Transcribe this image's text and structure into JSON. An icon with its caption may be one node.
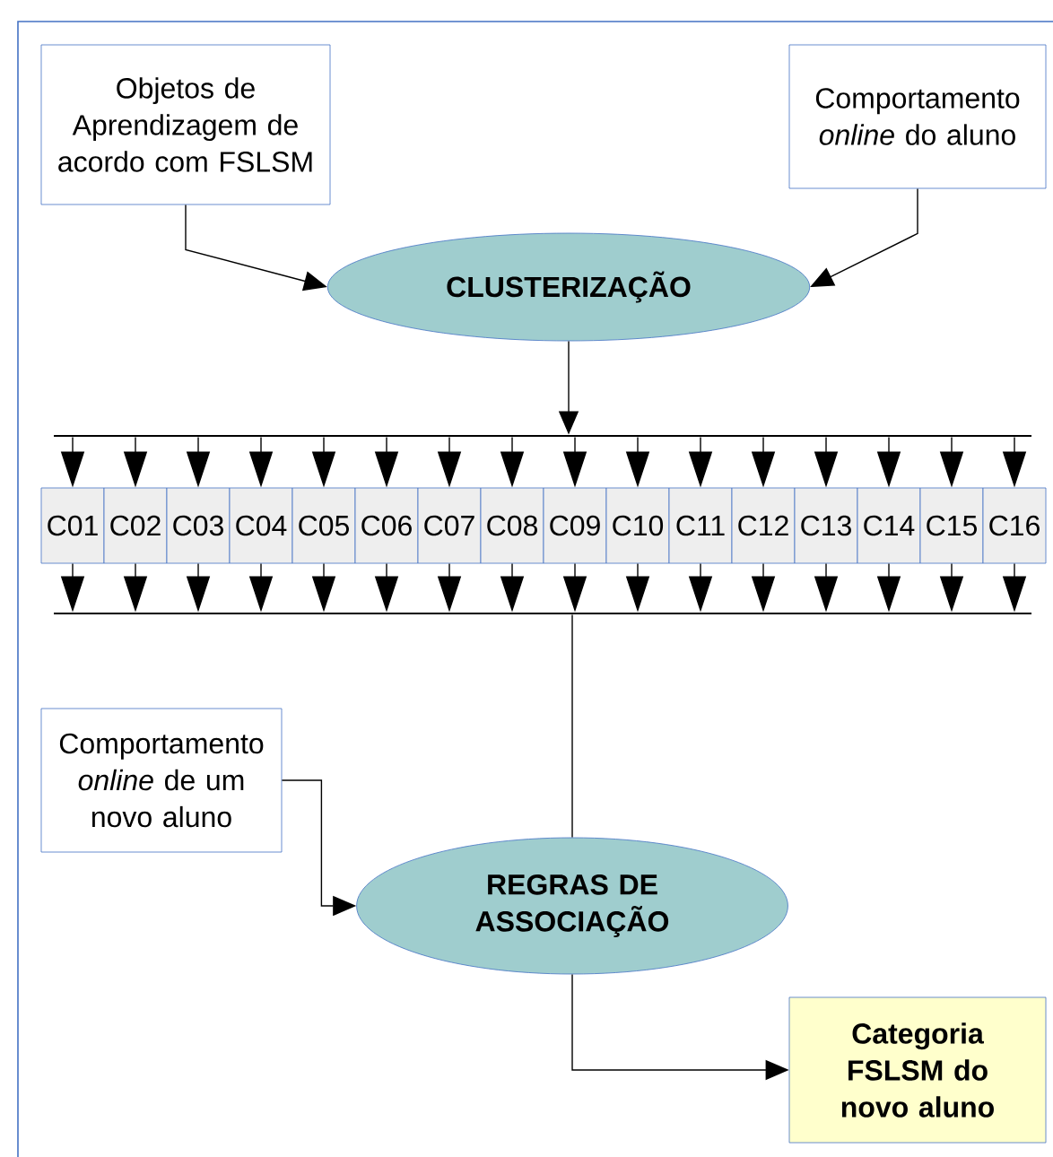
{
  "diagram": {
    "nodes": [
      {
        "text": [
          "Objetos de Aprendizagem de acordo com FSLSM"
        ]
      },
      {
        "text": [
          "Comportamento *online* do aluno"
        ]
      },
      {
        "text": [
          "CLUSTERIZAÇÃO"
        ]
      },
      {
        "text": [],
        "shape": "bar"
      },
      {
        "text": [
          "C01"
        ]
      },
      {
        "text": [
          "C02"
        ]
      },
      {
        "text": [
          "C03"
        ]
      },
      {
        "text": [
          "C04"
        ]
      },
      {
        "text": [
          "C05"
        ]
      },
      {
        "text": [
          "C06"
        ]
      },
      {
        "text": [
          "C07"
        ]
      },
      {
        "text": [
          "C08"
        ]
      },
      {
        "text": [
          "C09"
        ]
      },
      {
        "text": [
          "C10"
        ]
      },
      {
        "text": [
          "C11"
        ]
      },
      {
        "text": [
          "C12"
        ]
      },
      {
        "text": [
          "C13"
        ]
      },
      {
        "text": [
          "C14"
        ]
      },
      {
        "text": [
          "C15"
        ]
      },
      {
        "text": [
          "C16"
        ]
      },
      {
        "text": [],
        "shape": "bar"
      },
      {
        "text": [
          "Comportamento *online* de um novo aluno"
        ]
      },
      {
        "text": [
          "REGRAS DE ASSOCIAÇÃO"
        ]
      },
      {
        "text": [
          "Categoria FSLSM do novo aluno"
        ]
      }
    ],
    "edges": [
      {
        "from": 0,
        "to": 2,
        "arrow": "to"
      },
      {
        "from": 1,
        "to": 2,
        "arrow": "to"
      },
      {
        "from": 2,
        "to": 3,
        "arrow": "to"
      },
      {
        "from": 3,
        "to": 4,
        "arrow": "to"
      },
      {
        "from": 3,
        "to": 5,
        "arrow": "to"
      },
      {
        "from": 3,
        "to": 6,
        "arrow": "to"
      },
      {
        "from": 3,
        "to": 7,
        "arrow": "to"
      },
      {
        "from": 3,
        "to": 8,
        "arrow": "to"
      },
      {
        "from": 3,
        "to": 9,
        "arrow": "to"
      },
      {
        "from": 3,
        "to": 10,
        "arrow": "to"
      },
      {
        "from": 3,
        "to": 11,
        "arrow": "to"
      },
      {
        "from": 3,
        "to": 12,
        "arrow": "to"
      },
      {
        "from": 3,
        "to": 13,
        "arrow": "to"
      },
      {
        "from": 3,
        "to": 14,
        "arrow": "to"
      },
      {
        "from": 3,
        "to": 15,
        "arrow": "to"
      },
      {
        "from": 3,
        "to": 16,
        "arrow": "to"
      },
      {
        "from": 3,
        "to": 17,
        "arrow": "to"
      },
      {
        "from": 3,
        "to": 18,
        "arrow": "to"
      },
      {
        "from": 3,
        "to": 19,
        "arrow": "to"
      },
      {
        "from": 4,
        "to": 20,
        "arrow": "to"
      },
      {
        "from": 5,
        "to": 20,
        "arrow": "to"
      },
      {
        "from": 6,
        "to": 20,
        "arrow": "to"
      },
      {
        "from": 7,
        "to": 20,
        "arrow": "to"
      },
      {
        "from": 8,
        "to": 20,
        "arrow": "to"
      },
      {
        "from": 9,
        "to": 20,
        "arrow": "to"
      },
      {
        "from": 10,
        "to": 20,
        "arrow": "to"
      },
      {
        "from": 11,
        "to": 20,
        "arrow": "to"
      },
      {
        "from": 12,
        "to": 20,
        "arrow": "to"
      },
      {
        "from": 13,
        "to": 20,
        "arrow": "to"
      },
      {
        "from": 14,
        "to": 20,
        "arrow": "to"
      },
      {
        "from": 15,
        "to": 20,
        "arrow": "to"
      },
      {
        "from": 16,
        "to": 20,
        "arrow": "to"
      },
      {
        "from": 17,
        "to": 20,
        "arrow": "to"
      },
      {
        "from": 18,
        "to": 20,
        "arrow": "to"
      },
      {
        "from": 19,
        "to": 20,
        "arrow": "to"
      },
      {
        "from": 20,
        "to": 22,
        "arrow": "none"
      },
      {
        "from": 21,
        "to": 22,
        "arrow": "to"
      },
      {
        "from": 22,
        "to": 23,
        "arrow": "to"
      }
    ]
  }
}
